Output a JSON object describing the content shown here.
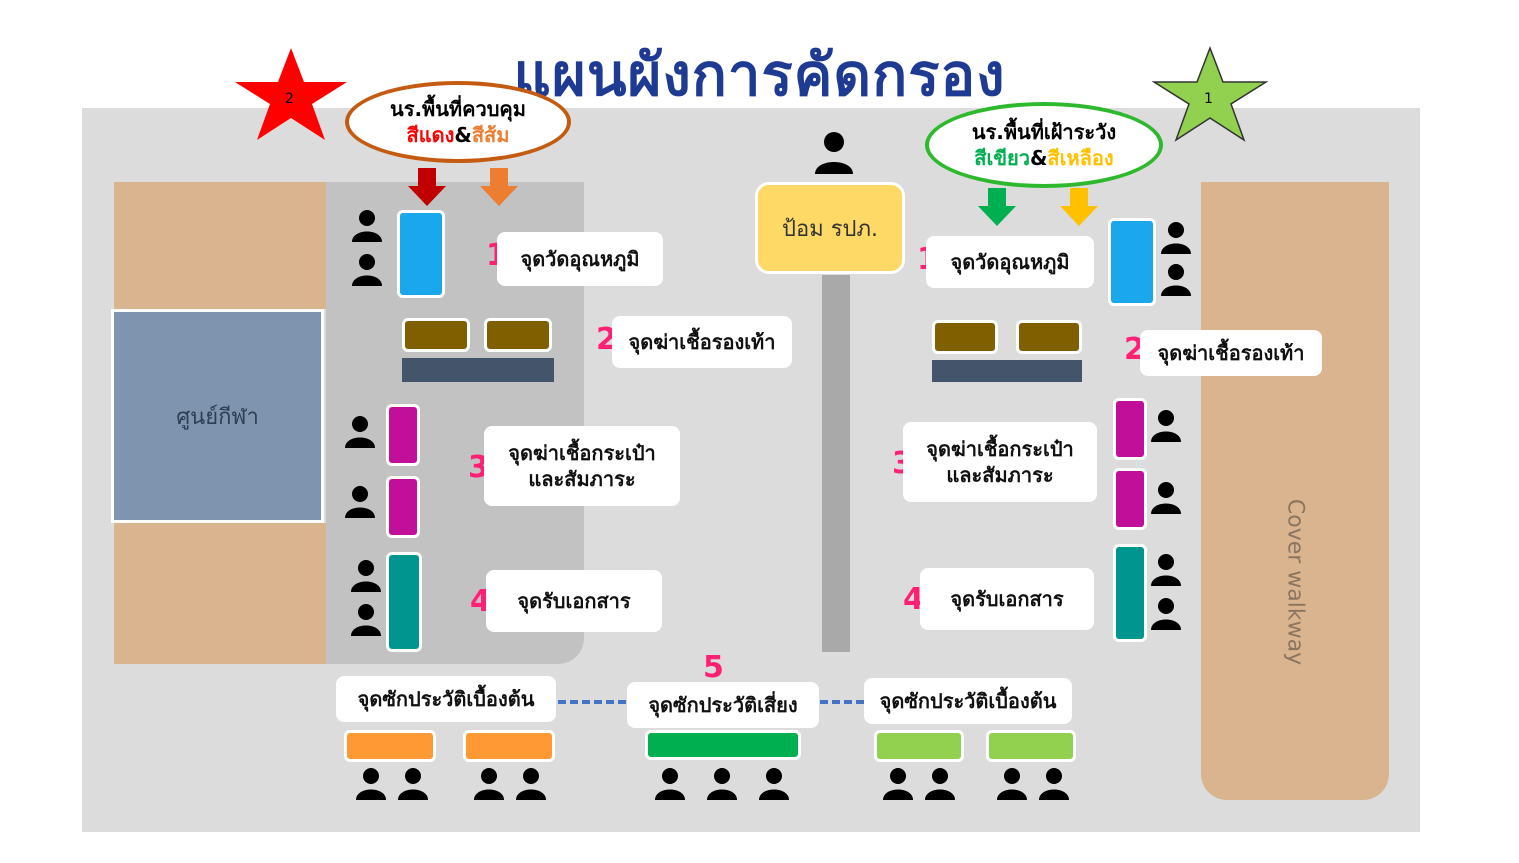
{
  "title": "แผนผังการคัดกรอง",
  "stars": [
    {
      "label": "2",
      "color": "#ff0000"
    },
    {
      "label": "1",
      "color": "#92d050"
    }
  ],
  "left_oval": {
    "line1": "นร.พื้นที่ควบคุม",
    "color1": "สีแดง",
    "amp": "&",
    "color2": "สีส้ม"
  },
  "right_oval": {
    "line1": "นร.พื้นที่เฝ้าระวัง",
    "color1": "สีเขียว",
    "amp": "&",
    "color2": "สีเหลือง"
  },
  "booth": "ป้อม รปภ.",
  "sports_center": "ศูนย์กีฬา",
  "walkway": "Cover walkway",
  "stations_left": [
    {
      "num": "1",
      "label": "จุดวัดอุณหภูมิ"
    },
    {
      "num": "2",
      "label": "จุดฆ่าเชื้อรองเท้า"
    },
    {
      "num": "3",
      "label_line1": "จุดฆ่าเชื้อกระเป๋า",
      "label_line2": "และสัมภาระ"
    },
    {
      "num": "4",
      "label": "จุดรับเอกสาร"
    }
  ],
  "stations_right": [
    {
      "num": "1",
      "label": "จุดวัดอุณหภูมิ"
    },
    {
      "num": "2",
      "label": "จุดฆ่าเชื้อรองเท้า"
    },
    {
      "num": "3",
      "label_line1": "จุดฆ่าเชื้อกระเป๋า",
      "label_line2": "และสัมภาระ"
    },
    {
      "num": "4",
      "label": "จุดรับเอกสาร"
    }
  ],
  "bottom": {
    "num": "5",
    "left": "จุดซักประวัติเบื้องต้น",
    "center": "จุดซักประวัติเสี่ยง",
    "right": "จุดซักประวัติเบื้องต้น"
  },
  "colors": {
    "arrow_red": "#c00000",
    "arrow_orange": "#ed7d31",
    "arrow_green": "#00b050",
    "arrow_yellow": "#ffc000"
  }
}
